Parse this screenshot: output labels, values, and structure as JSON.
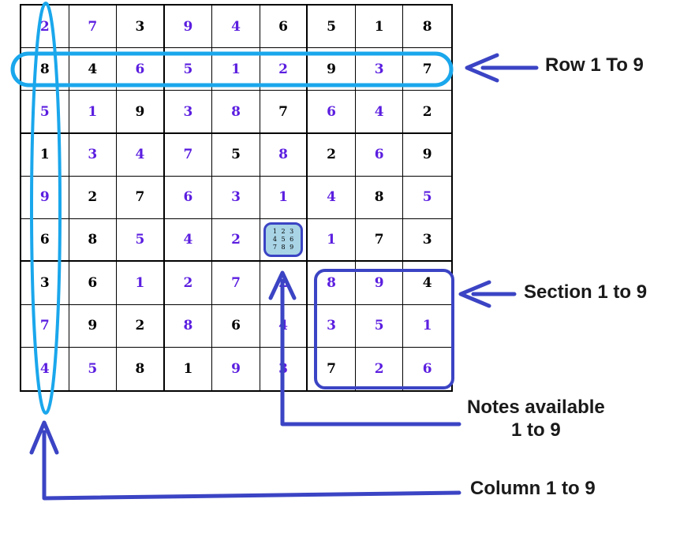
{
  "grid": [
    [
      "2",
      "7",
      "3",
      "9",
      "4",
      "6",
      "5",
      "1",
      "8"
    ],
    [
      "8",
      "4",
      "6",
      "5",
      "1",
      "2",
      "9",
      "3",
      "7"
    ],
    [
      "5",
      "1",
      "9",
      "3",
      "8",
      "7",
      "6",
      "4",
      "2"
    ],
    [
      "1",
      "3",
      "4",
      "7",
      "5",
      "8",
      "2",
      "6",
      "9"
    ],
    [
      "9",
      "2",
      "7",
      "6",
      "3",
      "1",
      "4",
      "8",
      "5"
    ],
    [
      "6",
      "8",
      "5",
      "4",
      "2",
      "",
      "1",
      "7",
      "3"
    ],
    [
      "3",
      "6",
      "1",
      "2",
      "7",
      "2",
      "8",
      "9",
      "4"
    ],
    [
      "7",
      "9",
      "2",
      "8",
      "6",
      "4",
      "3",
      "5",
      "1"
    ],
    [
      "4",
      "5",
      "8",
      "1",
      "9",
      "3",
      "7",
      "2",
      "6"
    ]
  ],
  "solved_mask": [
    [
      1,
      1,
      0,
      1,
      1,
      0,
      0,
      0,
      0
    ],
    [
      0,
      0,
      1,
      1,
      1,
      1,
      0,
      1,
      0
    ],
    [
      1,
      1,
      0,
      1,
      1,
      0,
      1,
      1,
      0
    ],
    [
      0,
      1,
      1,
      1,
      0,
      1,
      0,
      1,
      0
    ],
    [
      1,
      0,
      0,
      1,
      1,
      1,
      1,
      0,
      1
    ],
    [
      0,
      0,
      1,
      1,
      1,
      0,
      1,
      0,
      0
    ],
    [
      0,
      0,
      1,
      1,
      1,
      1,
      1,
      1,
      0
    ],
    [
      1,
      0,
      0,
      1,
      0,
      1,
      1,
      1,
      1
    ],
    [
      1,
      1,
      0,
      0,
      1,
      1,
      0,
      1,
      1
    ]
  ],
  "notes_cell": {
    "row": 5,
    "col": 5,
    "notes": [
      "1",
      "2",
      "3",
      "4",
      "5",
      "6",
      "7",
      "8",
      "9"
    ]
  },
  "labels": {
    "row": "Row 1 To 9",
    "section": "Section 1 to 9",
    "notes_line1": "Notes available",
    "notes_line2": "1 to 9",
    "column": "Column 1 to 9"
  },
  "colors": {
    "given_digit": "#000000",
    "solved_digit": "#5b1ee0",
    "highlight_cyan": "#1aa7ec",
    "arrow_blue": "#3b44c4",
    "notes_fill": "#a8d4e6"
  }
}
